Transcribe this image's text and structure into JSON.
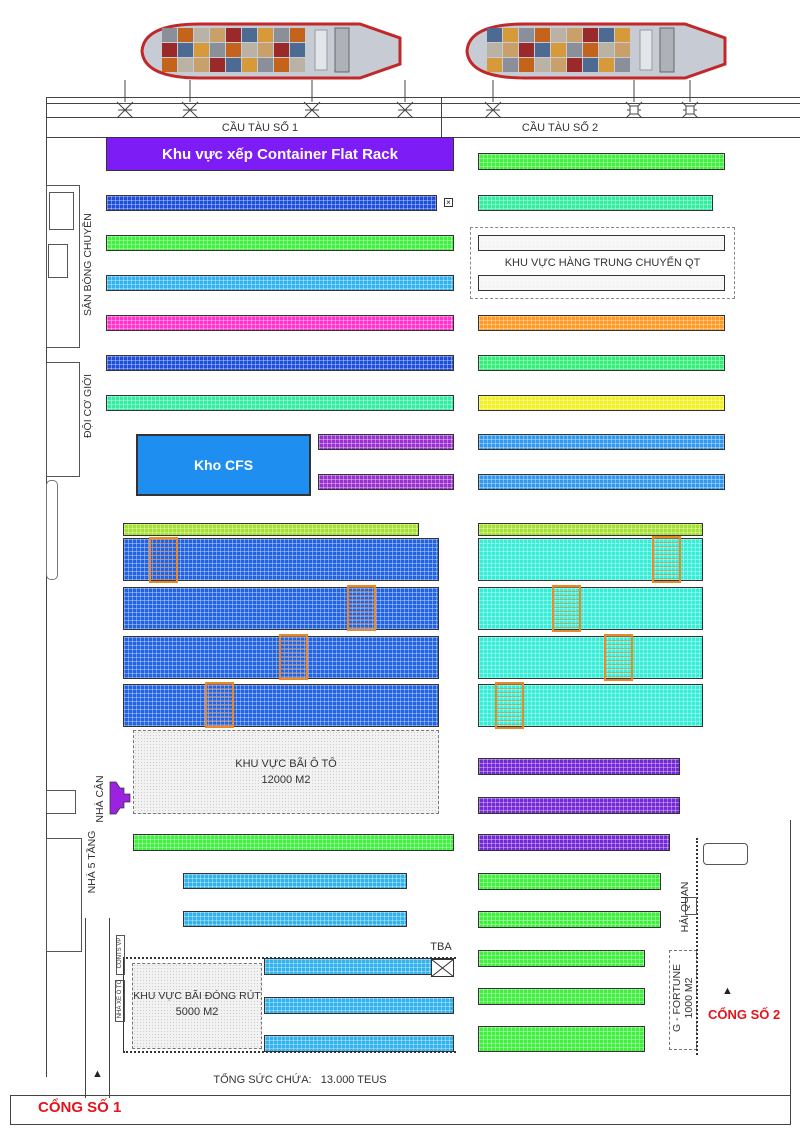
{
  "title": "Sơ đồ bố trí cảng",
  "berths": [
    "CẦU TÀU SỐ 1",
    "CẦU TÀU SỐ 2"
  ],
  "zones": {
    "flat_rack": "Khu vực xếp Container Flat Rack",
    "cfs": "Kho CFS",
    "transship": "KHU VỰC HÀNG TRUNG CHUYỂN QT",
    "car_yard": "KHU VỰC BÃI Ô TÔ",
    "car_yard_area": "12000 M2",
    "stuffing_yard": "KHU VỰC BÃI ĐÓNG RÚT",
    "stuffing_area": "5000 M2",
    "tba": "TBA",
    "g_fortune": "G - FORTUNE",
    "g_fortune_area": "1000 M2"
  },
  "buildings": {
    "volleyball": "SÂN BÓNG CHUYỀN",
    "mechanic_team": "ĐỘI CƠ GIỚI",
    "weigh_station": "NHÀ CÂN",
    "five_floor": "NHÀ 5 TẦNG",
    "conts_vp": "CONTS VP",
    "garage": "NHÀ XE Ô TÔ",
    "customs": "HẢI QUAN"
  },
  "capacity": {
    "label": "TỔNG SỨC CHỨA:",
    "value": "13.000 TEUS"
  },
  "gates": [
    "CỔNG SỐ 1",
    "CỔNG SỐ 2"
  ],
  "colors": {
    "purple": "#7d1cf5",
    "blue": "#1f4fd8",
    "green": "#3ff03f",
    "sky": "#33b2ec",
    "magenta": "#ff33cc",
    "mint": "#33eea2",
    "cfs": "#1e8ff0",
    "violet": "#9b30d0",
    "lime": "#a6e030",
    "bigblue": "#2163e3",
    "cyan": "#36eed8",
    "orange": "#ff9a22",
    "green2": "#33ee77",
    "yellow": "#f0f022",
    "blue2": "#3399ee",
    "indigo": "#7428d6",
    "lightgray": "#f4f4f4",
    "gate": "#e3141b"
  }
}
